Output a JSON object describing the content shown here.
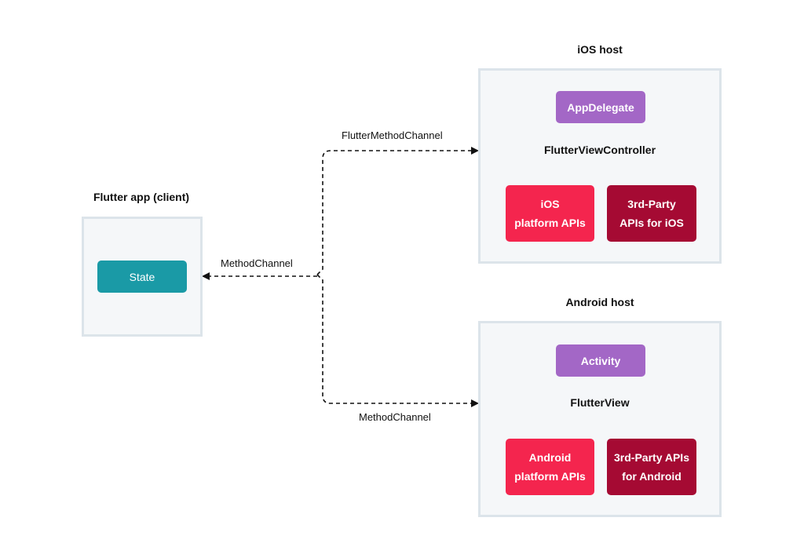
{
  "colors": {
    "state": "#1a9aa6",
    "purple": "#a367c6",
    "pink": "#f4254e",
    "crimson": "#a50a33",
    "panel_bg": "#f5f7f9",
    "panel_border": "#dce4ea",
    "connector": "#111111"
  },
  "client": {
    "title": "Flutter app (client)",
    "state_label": "State"
  },
  "ios": {
    "title": "iOS host",
    "top_box": "AppDelegate",
    "controller": "FlutterViewController",
    "platform_line1": "iOS",
    "platform_line2": "platform APIs",
    "third_line1": "3rd-Party",
    "third_line2": "APIs for iOS"
  },
  "android": {
    "title": "Android host",
    "top_box": "Activity",
    "controller": "FlutterView",
    "platform_line1": "Android",
    "platform_line2": "platform APIs",
    "third_line1": "3rd-Party APIs",
    "third_line2": "for Android"
  },
  "channels": {
    "client": "MethodChannel",
    "ios": "FlutterMethodChannel",
    "android": "MethodChannel"
  }
}
